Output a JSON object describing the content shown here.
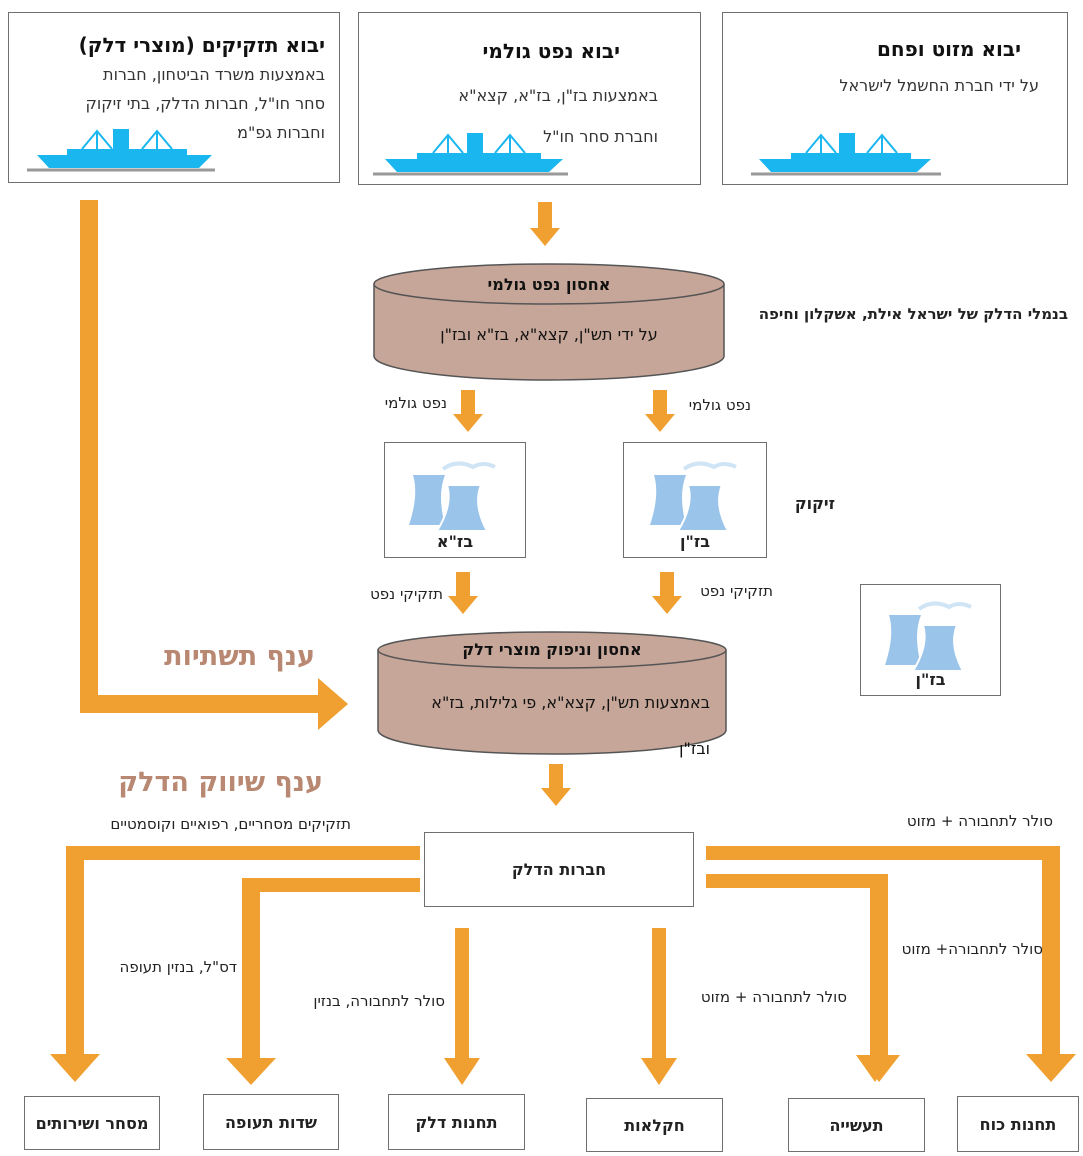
{
  "imports": {
    "products": {
      "title": "יבוא תזקיקים (מוצרי דלק)",
      "description": "באמצעות משרד הביטחון, חברות\nסחר חו\"ל, חברות הדלק, בתי זיקוק\nוחברות גפ\"מ"
    },
    "crude": {
      "title": "יבוא נפט גולמי",
      "description": "באמצעות בז\"ן, בז\"א, קצא\"א\nוחברת סחר חו\"ל"
    },
    "coal": {
      "title": "יבוא מזוט ופחם",
      "description": "על ידי חברת החשמל לישראל"
    }
  },
  "crude_storage": {
    "title": "אחסון נפט גולמי",
    "description": "על ידי תש\"ן, קצא\"א, בז\"א ובז\"ן"
  },
  "ports_label": "בנמלי הדלק של ישראל אילת, אשקלון וחיפה",
  "refining": {
    "label": "זיקוק",
    "crude_label_left": "נפט גולמי",
    "crude_label_right": "נפט גולמי",
    "distillate_label_left": "תזקיקי נפט",
    "distillate_label_right": "תזקיקי נפט",
    "refinery_left": "בז\"א",
    "refinery_right": "בז\"ן",
    "refinery_side": "בז\"ן"
  },
  "infrastructure_branch": "ענף תשתיות",
  "marketing_branch": "ענף שיווק הדלק",
  "product_storage": {
    "title": "אחסון וניפוק מוצרי דלק",
    "description": "באמצעות תש\"ן, קצא\"א, פי גלילות, בז\"א\nובז\"ן"
  },
  "fuel_companies": "חברות הדלק",
  "flow_labels": {
    "top_left": "תזקיקים מסחריים, רפואיים וקוסמטיים",
    "top_right": "סולר לתחבורה + מזוט",
    "airfields": "דס\"ל, בנזין תעופה",
    "gas_stations": "סולר לתחבורה, בנזין",
    "agriculture": "סולר לתחבורה + מזוט",
    "industry": "סולר לתחבורה+ מזוט"
  },
  "destinations": {
    "commerce": "מסחר ושירותים",
    "airfields": "שדות תעופה",
    "gas_stations": "תחנות דלק",
    "agriculture": "חקלאות",
    "industry": "תעשייה",
    "power": "תחנות כוח"
  },
  "colors": {
    "arrow": "#f0a030",
    "ship": "#19b6ef",
    "tank_fill": "#c6a698",
    "branch_text": "#b88872",
    "refinery_icon": "#9ac4ea"
  }
}
